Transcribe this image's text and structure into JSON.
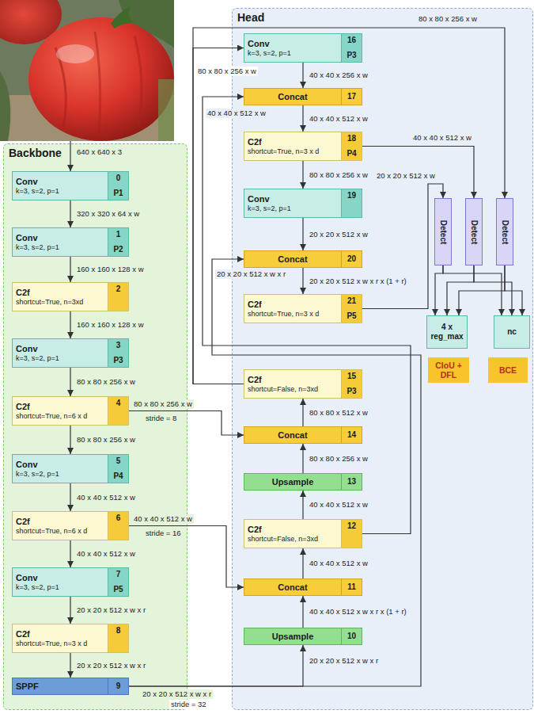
{
  "diagram": {
    "nodes": [
      {
        "text": [
          "Backbone"
        ]
      },
      {
        "text": [
          "Conv",
          "k=3, s=2, p=1",
          "0",
          "P1"
        ],
        "in": 0
      },
      {
        "text": [
          "Conv",
          "k=3, s=2, p=1",
          "1",
          "P2"
        ],
        "in": 0
      },
      {
        "text": [
          "C2f",
          "shortcut=True, n=3xd",
          "2"
        ],
        "in": 0
      },
      {
        "text": [
          "Conv",
          "k=3, s=2, p=1",
          "3",
          "P3"
        ],
        "in": 0
      },
      {
        "text": [
          "C2f",
          "shortcut=True, n=6 x d",
          "4"
        ],
        "in": 0
      },
      {
        "text": [
          "Conv",
          "k=3, s=2, p=1",
          "5",
          "P4"
        ],
        "in": 0
      },
      {
        "text": [
          "C2f",
          "shortcut=True, n=6 x d",
          "6"
        ],
        "in": 0
      },
      {
        "text": [
          "Conv",
          "k=3, s=2, p=1",
          "7",
          "P5"
        ],
        "in": 0
      },
      {
        "text": [
          "C2f",
          "shortcut=True, n=3 x d",
          "8"
        ],
        "in": 0
      },
      {
        "text": [
          "SPPF",
          "9"
        ],
        "in": 0
      },
      {
        "text": [
          "Head"
        ]
      },
      {
        "text": [
          "Conv",
          "k=3, s=2, p=1",
          "16",
          "P3"
        ],
        "in": 11
      },
      {
        "text": [
          "Concat",
          "17"
        ],
        "in": 11
      },
      {
        "text": [
          "C2f",
          "shortcut=True, n=3 x d",
          "18",
          "P4"
        ],
        "in": 11
      },
      {
        "text": [
          "Conv",
          "k=3, s=2, p=1",
          "19"
        ],
        "in": 11
      },
      {
        "text": [
          "Concat",
          "20"
        ],
        "in": 11
      },
      {
        "text": [
          "C2f",
          "shortcut=True, n=3 x d",
          "21",
          "P5"
        ],
        "in": 11
      },
      {
        "text": [
          "C2f",
          "shortcut=False, n=3xd",
          "15",
          "P3"
        ],
        "in": 11
      },
      {
        "text": [
          "Concat",
          "14"
        ],
        "in": 11
      },
      {
        "text": [
          "Upsample",
          "13"
        ],
        "in": 11
      },
      {
        "text": [
          "C2f",
          "shortcut=False, n=3xd",
          "12"
        ],
        "in": 11
      },
      {
        "text": [
          "Concat",
          "11"
        ],
        "in": 11
      },
      {
        "text": [
          "Upsample",
          "10"
        ],
        "in": 11
      },
      {
        "text": [
          "Detect"
        ],
        "in": 11
      },
      {
        "text": [
          "Detect"
        ],
        "in": 11
      },
      {
        "text": [
          "Detect"
        ],
        "in": 11
      },
      {
        "text": [
          "4 x reg_max"
        ],
        "in": 11
      },
      {
        "text": [
          "nc"
        ],
        "in": 11
      },
      {
        "text": [
          "CIoU + DFL"
        ],
        "in": 11
      },
      {
        "text": [
          "BCE"
        ],
        "in": 11
      }
    ],
    "edges": [
      {
        "from": 1,
        "to": 2,
        "arrow": "to",
        "label": "320 x 320 x 64 x w"
      },
      {
        "from": 2,
        "to": 3,
        "arrow": "to",
        "label": "160 x 160 x 128 x w"
      },
      {
        "from": 3,
        "to": 4,
        "arrow": "to",
        "label": "160 x 160 x 128 x w"
      },
      {
        "from": 4,
        "to": 5,
        "arrow": "to",
        "label": "80 x 80 x 256 x w"
      },
      {
        "from": 5,
        "to": 6,
        "arrow": "to",
        "label": "80 x 80 x 256 x w"
      },
      {
        "from": 6,
        "to": 7,
        "arrow": "to",
        "label": "40 x 40 x 512 x w"
      },
      {
        "from": 7,
        "to": 8,
        "arrow": "to",
        "label": "40 x 40 x 512 x w"
      },
      {
        "from": 8,
        "to": 9,
        "arrow": "to",
        "label": "20 x 20 x 512 x w x r"
      },
      {
        "from": 9,
        "to": 10,
        "arrow": "to",
        "label": "20 x 20 x 512 x w x r"
      },
      {
        "from": 5,
        "to": 19,
        "arrow": "to",
        "label": "80 x 80 x 256 x w"
      },
      {
        "from": 7,
        "to": 22,
        "arrow": "to",
        "label": "40 x 40 x 512 x w"
      },
      {
        "from": 10,
        "to": 23,
        "arrow": "to",
        "label": "20 x 20 x 512 x w x r"
      },
      {
        "from": 10,
        "to": 16,
        "arrow": "to",
        "label": "20 x 20 x 512 x w x r"
      },
      {
        "from": 23,
        "to": 22,
        "arrow": "to",
        "label": "40 x 40 x 512 x w x r x (1 + r)"
      },
      {
        "from": 22,
        "to": 21,
        "arrow": "to",
        "label": "40 x 40 x 512 x w"
      },
      {
        "from": 21,
        "to": 20,
        "arrow": "to",
        "label": "40 x 40 x 512 x w"
      },
      {
        "from": 20,
        "to": 19,
        "arrow": "to",
        "label": "80 x 80 x 256 x w"
      },
      {
        "from": 19,
        "to": 18,
        "arrow": "to",
        "label": "80 x 80 x 512 x w"
      },
      {
        "from": 18,
        "to": 12,
        "arrow": "to",
        "label": "80 x 80 x 256 x w"
      },
      {
        "from": 18,
        "to": 26,
        "arrow": "to",
        "label": "80 x 80 x 256 x w"
      },
      {
        "from": 21,
        "to": 13,
        "arrow": "to",
        "label": "40 x 40 x 512 x w"
      },
      {
        "from": 12,
        "to": 13,
        "arrow": "to",
        "label": "40 x 40 x 256 x w"
      },
      {
        "from": 13,
        "to": 14,
        "arrow": "to",
        "label": "40 x 40 x 512 x w"
      },
      {
        "from": 14,
        "to": 15,
        "arrow": "to",
        "label": "80 x 80 x 256 x w"
      },
      {
        "from": 15,
        "to": 16,
        "arrow": "to",
        "label": "20 x 20 x 512 x w"
      },
      {
        "from": 16,
        "to": 17,
        "arrow": "to",
        "label": "20 x 20 x 512 x w x r x (1 + r)"
      },
      {
        "from": 14,
        "to": 25,
        "arrow": "to",
        "label": "40 x 40 x 512 x w"
      },
      {
        "from": 17,
        "to": 24,
        "arrow": "to",
        "label": "20 x 20 x 512 x w"
      },
      {
        "from": 24,
        "to": 27,
        "arrow": "to"
      },
      {
        "from": 24,
        "to": 28,
        "arrow": "to"
      },
      {
        "from": 25,
        "to": 27,
        "arrow": "to"
      },
      {
        "from": 25,
        "to": 28,
        "arrow": "to"
      },
      {
        "from": 26,
        "to": 27,
        "arrow": "to"
      },
      {
        "from": 26,
        "to": 28,
        "arrow": "to"
      }
    ],
    "labels": [
      "640 x 640 x 3",
      "stride = 8",
      "stride = 16",
      "20 x 20 x 512 x w x r",
      "stride = 32"
    ]
  }
}
